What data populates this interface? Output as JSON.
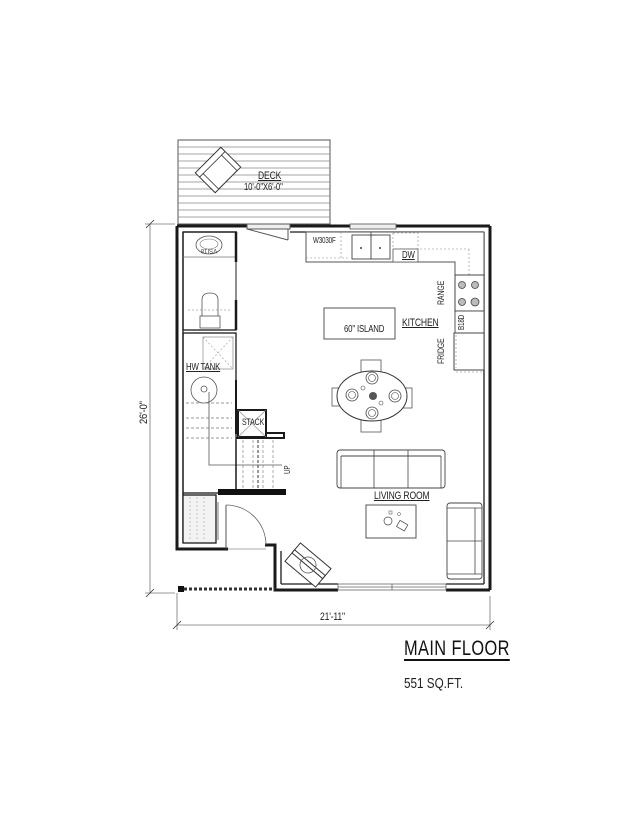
{
  "plan": {
    "title": "MAIN FLOOR",
    "area": "551 SQ.FT.",
    "dimensions": {
      "height": "26'-0\"",
      "width": "21'-11\""
    }
  },
  "rooms": {
    "deck": {
      "name": "DECK",
      "size": "10'-0\"X6'-0\""
    },
    "kitchen": {
      "name": "KITCHEN"
    },
    "living_room": {
      "name": "LIVING ROOM"
    }
  },
  "labels": {
    "window": "W3030F",
    "dishwasher": "DW",
    "range": "RANGE",
    "cabinet": "B18D",
    "fridge": "FRIDGE",
    "island": "60\" ISLAND",
    "hw_tank": "HW TANK",
    "stack": "STACK",
    "stairs_up": "UP"
  },
  "colors": {
    "wall": "#1a1a1a",
    "line": "#444444",
    "fixture": "#666666",
    "dim": "#888888"
  }
}
